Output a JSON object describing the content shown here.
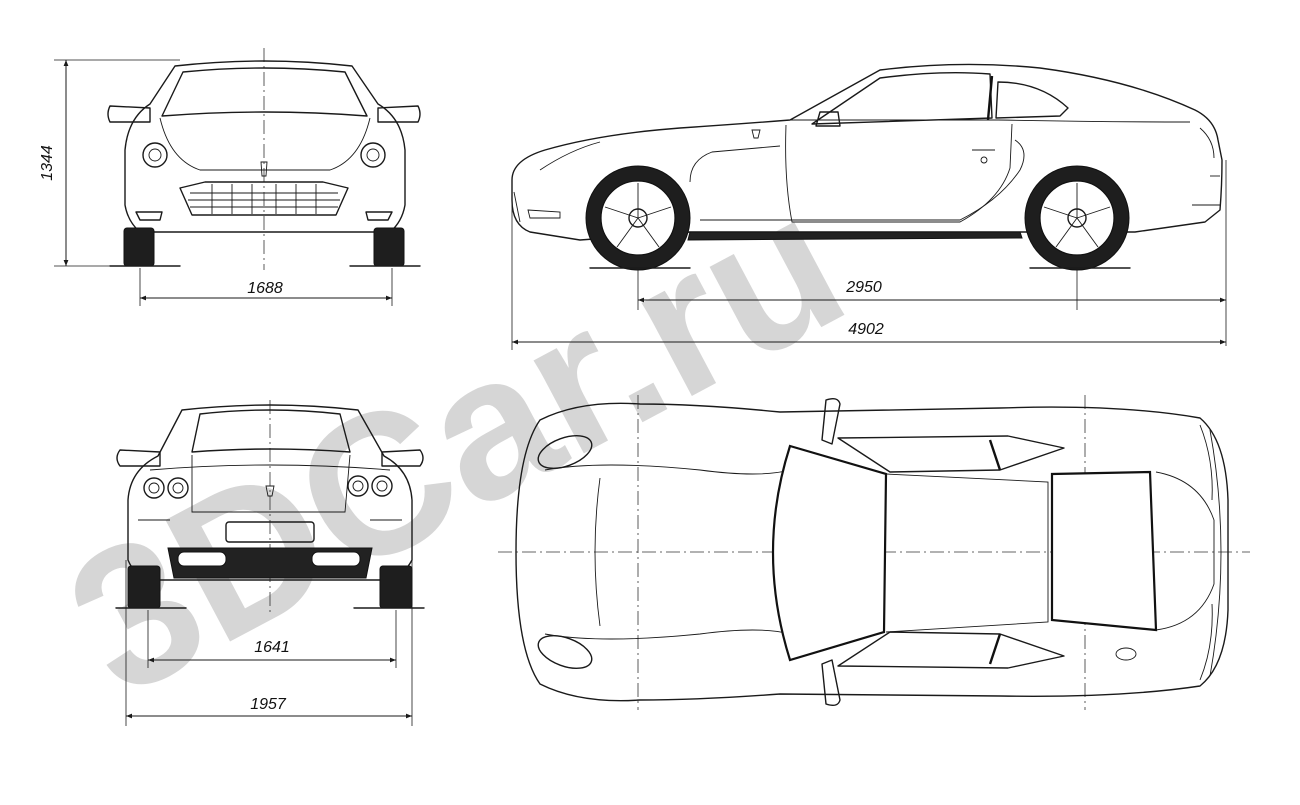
{
  "watermark": {
    "text": "3DCar.ru",
    "color": "#d6d6d6"
  },
  "dimensions": {
    "height": "1344",
    "front_track": "1688",
    "wheelbase": "2950",
    "length": "4902",
    "rear_track": "1641",
    "width": "1957"
  },
  "colors": {
    "line": "#1a1a1a",
    "watermark": "#d6d6d6",
    "background": "#ffffff"
  }
}
